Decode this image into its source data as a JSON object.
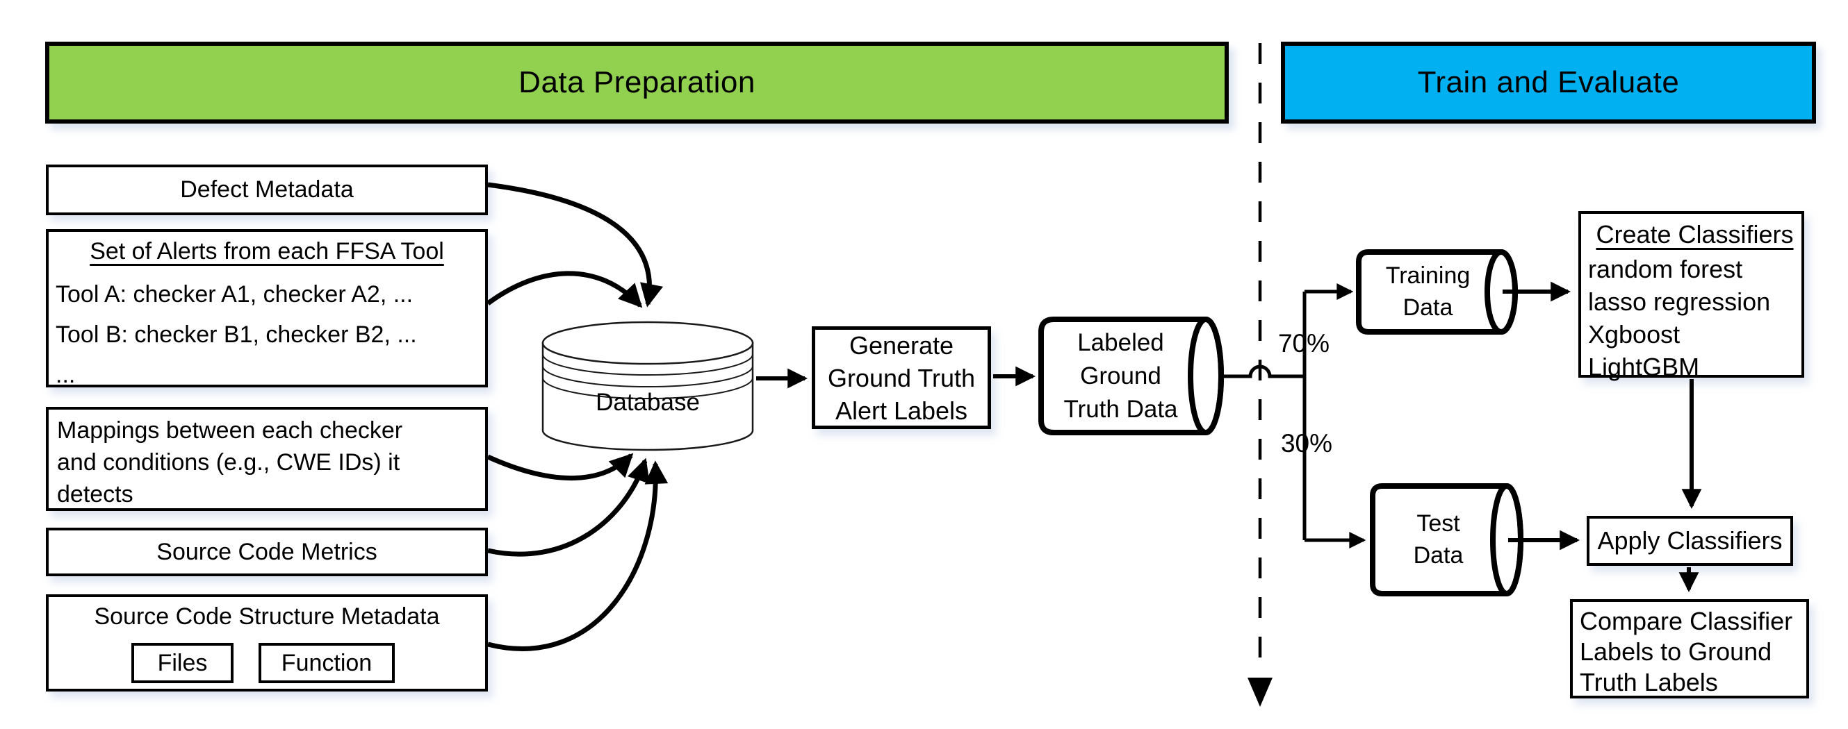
{
  "diagram": {
    "sections": {
      "data_preparation": {
        "label": "Data Preparation",
        "color": "#92d050"
      },
      "train_and_evaluate": {
        "label": "Train and Evaluate",
        "color": "#00b0f0"
      }
    },
    "inputs": {
      "defect_metadata": "Defect Metadata",
      "alerts": {
        "title": "Set of Alerts from each FFSA Tool",
        "lines": [
          "Tool A: checker A1, checker A2, ...",
          "Tool B: checker B1, checker B2, ...",
          "..."
        ]
      },
      "mappings": {
        "lines": [
          "Mappings between each checker",
          "and conditions (e.g., CWE IDs) it",
          "detects"
        ]
      },
      "source_code_metrics": "Source Code Metrics",
      "structure": {
        "title": "Source Code Structure Metadata",
        "files": "Files",
        "function": "Function"
      }
    },
    "database_label": "Database",
    "generate": {
      "lines": [
        "Generate",
        "Ground Truth",
        "Alert Labels"
      ]
    },
    "labeled": {
      "lines": [
        "Labeled",
        "Ground",
        "Truth Data"
      ]
    },
    "split": {
      "train": "70%",
      "test": "30%"
    },
    "training": {
      "lines": [
        "Training",
        "Data"
      ]
    },
    "create": {
      "title": "Create Classifiers",
      "items": [
        "random forest",
        "lasso regression",
        "Xgboost",
        "LightGBM"
      ]
    },
    "test": {
      "lines": [
        "Test",
        "Data"
      ]
    },
    "apply": "Apply Classifiers",
    "compare": {
      "lines": [
        "Compare Classifier",
        "Labels to Ground",
        "Truth Labels"
      ]
    }
  }
}
